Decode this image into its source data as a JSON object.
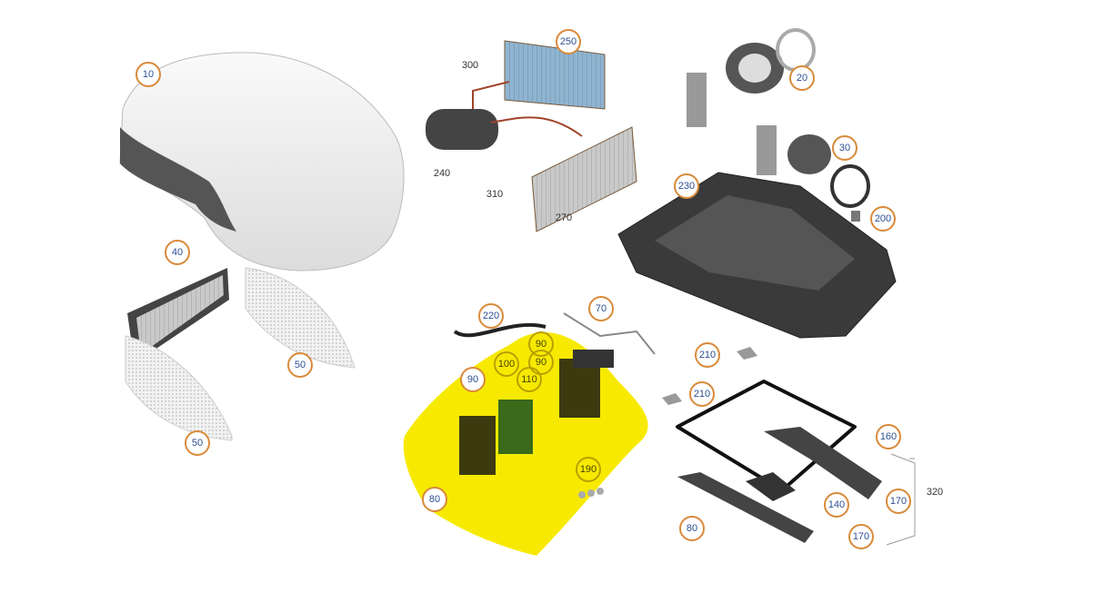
{
  "callouts": [
    "10",
    "40",
    "50",
    "50",
    "300",
    "250",
    "240",
    "310",
    "270",
    "20",
    "30",
    "230",
    "200",
    "220",
    "70",
    "90",
    "90",
    "100",
    "110",
    "90",
    "80",
    "190",
    "210",
    "210",
    "160",
    "170",
    "140",
    "170",
    "80",
    "320"
  ],
  "colors": {
    "callout_border": "#d98a3a",
    "callout_text": "#2e4f93",
    "highlight": "#f7ea00"
  }
}
